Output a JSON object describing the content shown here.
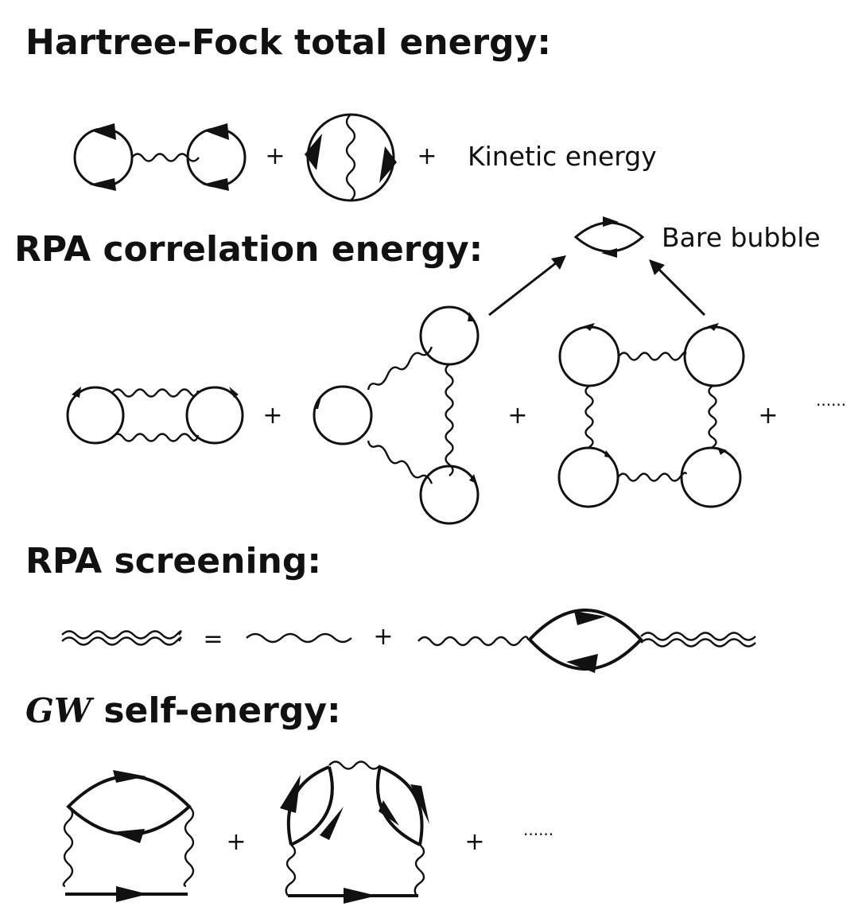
{
  "sections": {
    "hartree_fock": {
      "title": "Hartree-Fock total energy:",
      "term_label": "Kinetic energy"
    },
    "rpa_correlation": {
      "title": "RPA correlation energy:",
      "bubble_label": "Bare bubble"
    },
    "rpa_screening": {
      "title": "RPA screening:"
    },
    "gw": {
      "title_symbol": "GW",
      "title_rest": " self-energy:"
    }
  },
  "operators": {
    "plus": "+",
    "equals": "=",
    "ellipsis": "······"
  }
}
